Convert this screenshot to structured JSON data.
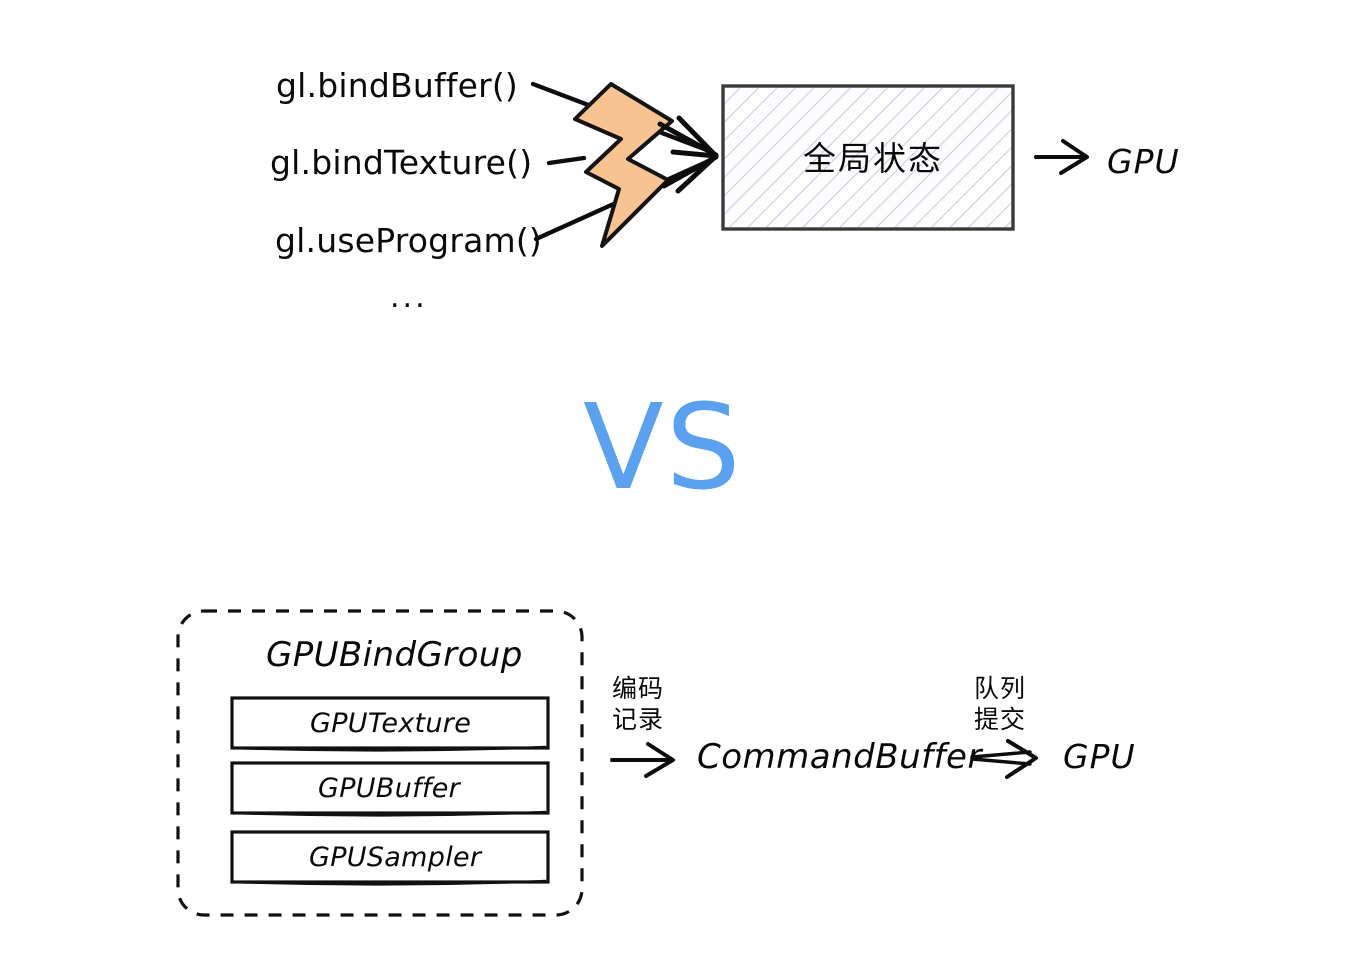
{
  "diagram": {
    "title_comparison": "VS",
    "accent_vs_color": "#5aa2f0",
    "bolt_color": "#f7c391",
    "bolt_stroke": "#121212",
    "hatch_color": "#c5cee5",
    "box_border_color": "#3a3a3a",
    "ink_color": "#0a0a0a"
  },
  "webgl_section": {
    "api_calls": [
      {
        "label": "gl.bindBuffer()"
      },
      {
        "label": "gl.bindTexture()"
      },
      {
        "label": "gl.useProgram()"
      }
    ],
    "more_indicator": "...",
    "state_box_label": "全局状态",
    "target_label": "GPU",
    "bolt_icon": "lightning-bolt-icon"
  },
  "webgpu_section": {
    "bind_group_title": "GPUBindGroup",
    "resources": [
      {
        "label": "GPUTexture"
      },
      {
        "label": "GPUBuffer"
      },
      {
        "label": "GPUSampler"
      }
    ],
    "encode_annotation": {
      "line1": "编码",
      "line2": "记录"
    },
    "command_buffer_label": "CommandBuffer",
    "submit_annotation": {
      "line1": "队列",
      "line2": "提交"
    },
    "target_label": "GPU"
  }
}
